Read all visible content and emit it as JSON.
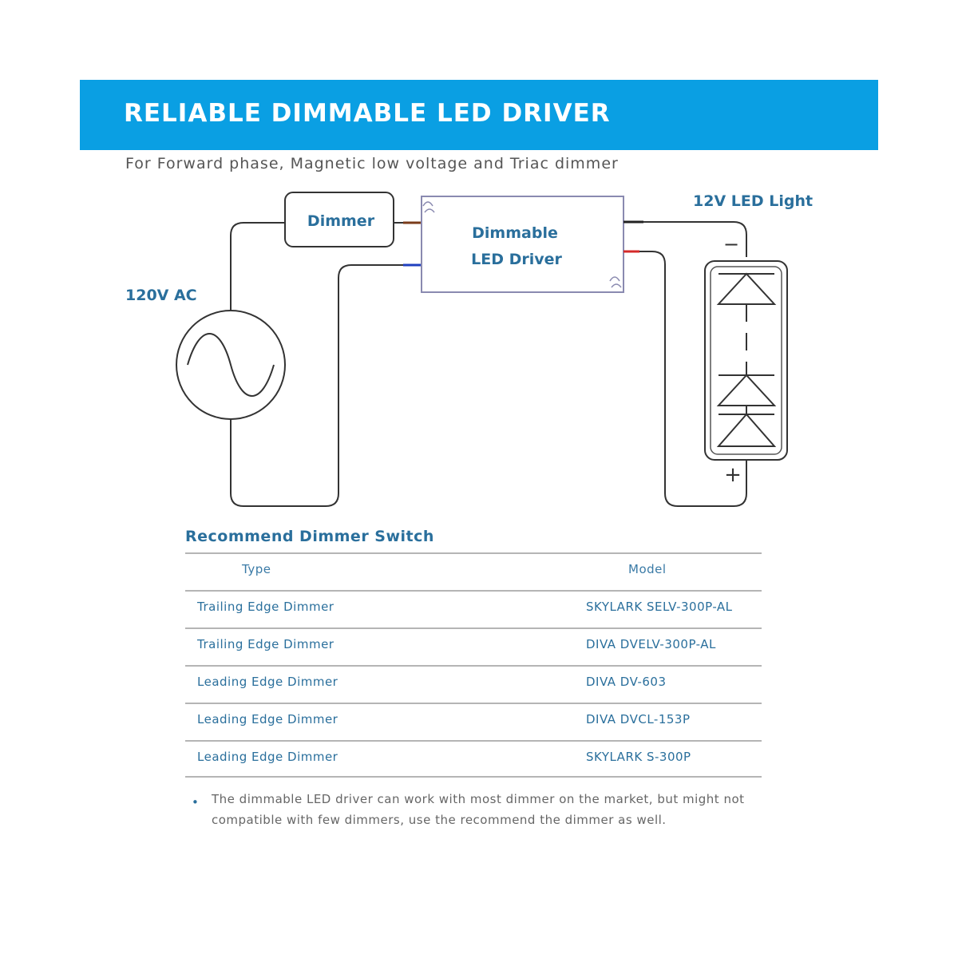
{
  "header": {
    "title": "RELIABLE DIMMABLE LED DRIVER",
    "subtitle": "For Forward phase, Magnetic low voltage and Triac dimmer"
  },
  "diagram": {
    "dimmer_label": "Dimmer",
    "driver_label_line1": "Dimmable",
    "driver_label_line2": "LED Driver",
    "led_label": "12V LED Light",
    "ac_label": "120V AC",
    "minus_sign": "−",
    "plus_sign": "+"
  },
  "table": {
    "title": "Recommend Dimmer Switch",
    "columns": [
      "Type",
      "Model"
    ],
    "rows": [
      {
        "type": "Trailing Edge Dimmer",
        "model": "SKYLARK SELV-300P-AL"
      },
      {
        "type": "Trailing Edge Dimmer",
        "model": "DIVA DVELV-300P-AL"
      },
      {
        "type": "Leading Edge Dimmer",
        "model": "DIVA DV-603"
      },
      {
        "type": "Leading Edge Dimmer",
        "model": "DIVA DVCL-153P"
      },
      {
        "type": "Leading Edge Dimmer",
        "model": "SKYLARK S-300P"
      }
    ]
  },
  "note": {
    "bullet": "•",
    "text": "The dimmable LED driver can work with most dimmer on the market, but might not compatible with few dimmers, use the recommend the dimmer as well."
  },
  "colors": {
    "banner": "#0a9fe3",
    "label_blue": "#2a6f9c",
    "wire_black": "#222222",
    "wire_red": "#d42a2a",
    "wire_blue": "#1f3fbf"
  }
}
